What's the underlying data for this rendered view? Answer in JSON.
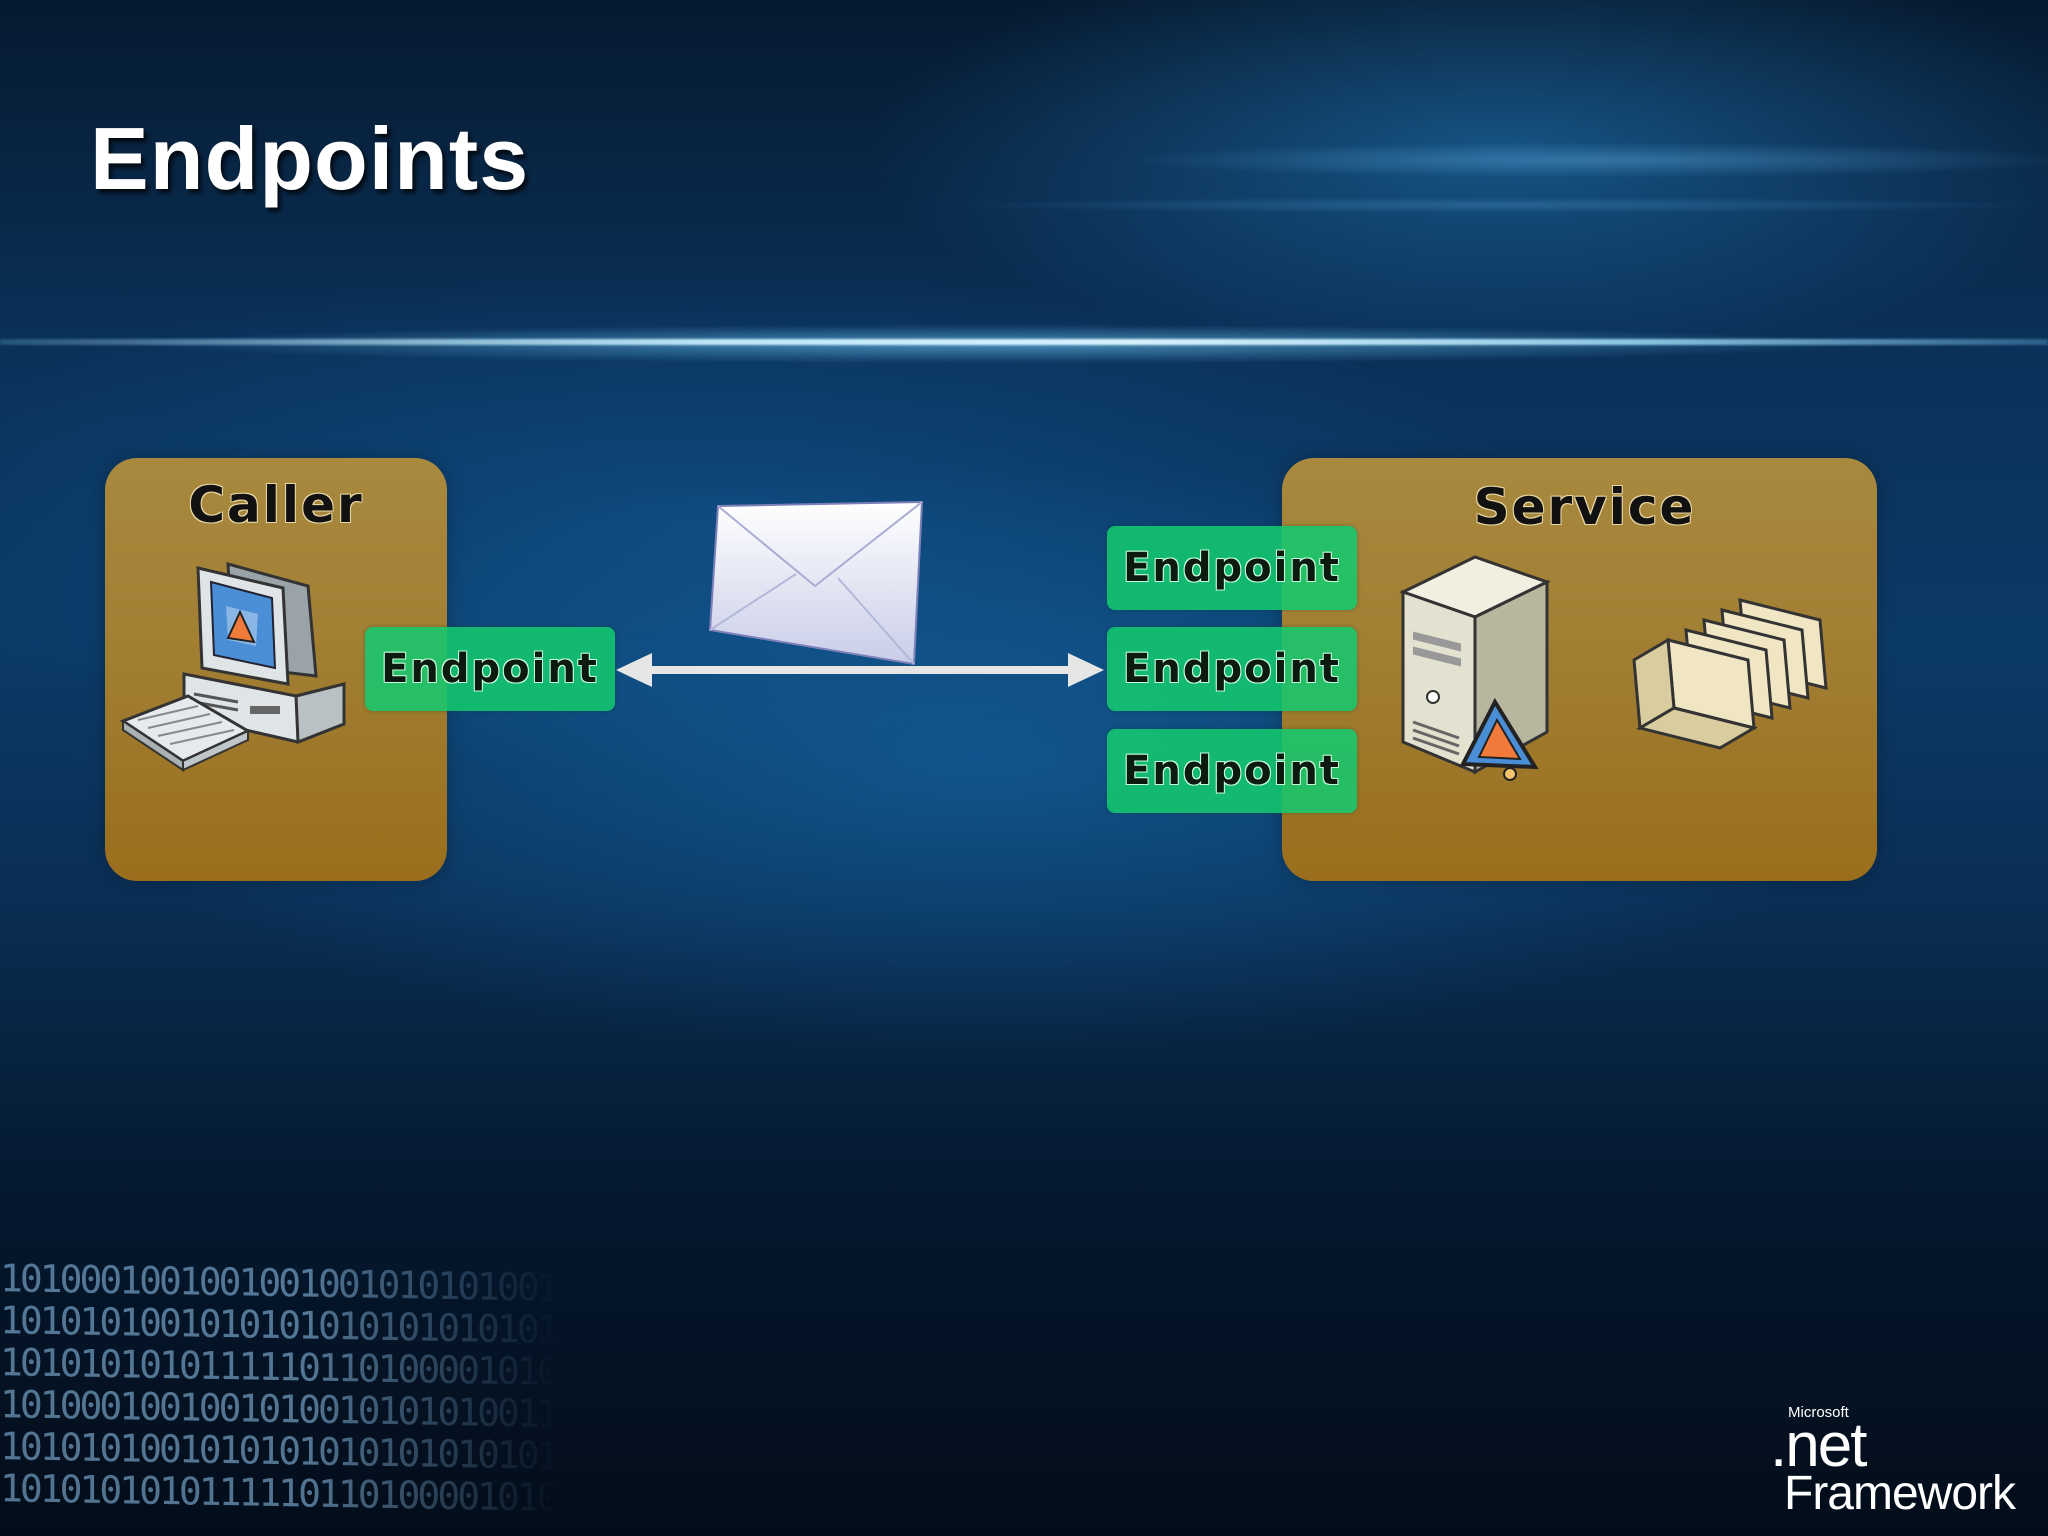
{
  "slide": {
    "title": "Endpoints"
  },
  "caller": {
    "label": "Caller",
    "endpoint_label": "Endpoint"
  },
  "service": {
    "label": "Service",
    "endpoints": [
      "Endpoint",
      "Endpoint",
      "Endpoint"
    ]
  },
  "message": {
    "icon": "envelope-icon"
  },
  "background": {
    "binary_lines": [
      "1010001001001001001010101001100",
      "1010101001010101010101010101010",
      "1010101010111110110100001010101",
      "1010001001001010010101010011001",
      "1010101001010101010101010101010",
      "1010101010111110110100001010101"
    ]
  },
  "logo": {
    "brand": "Microsoft",
    "product": ".net",
    "subtitle": "Framework"
  },
  "colors": {
    "box_fill": "#a07c30",
    "endpoint_fill": "#14c86e",
    "background": "#0b3a66",
    "arrow": "#e6e6e6"
  }
}
